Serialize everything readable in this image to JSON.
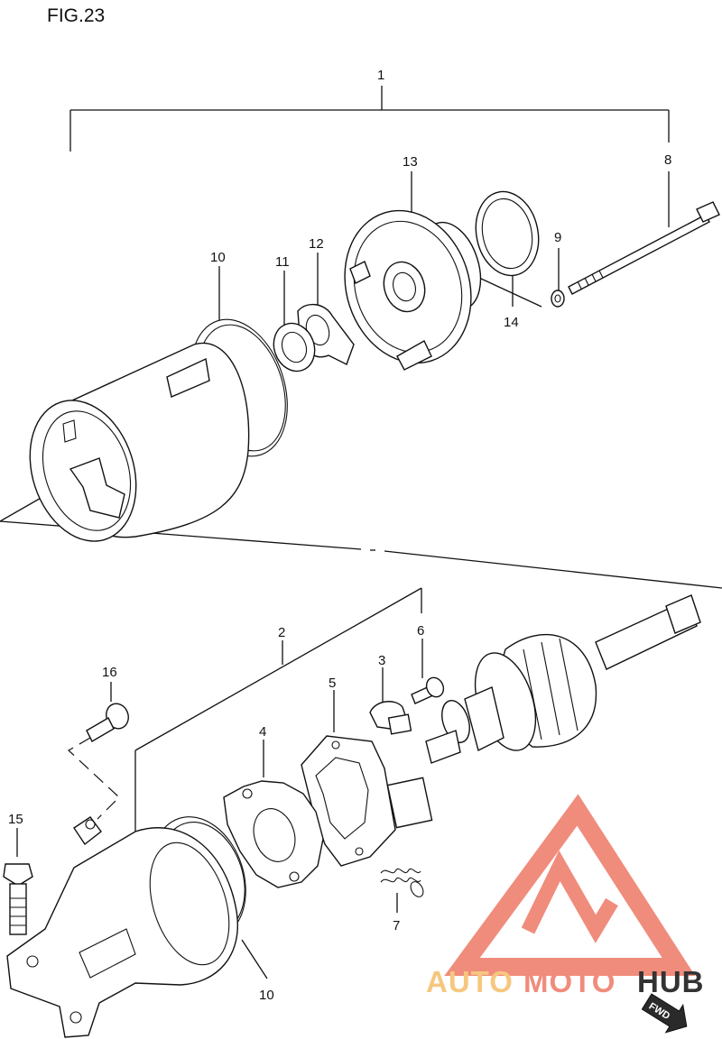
{
  "figure": {
    "title": "FIG.23"
  },
  "callouts": [
    {
      "id": "c1",
      "label": "1"
    },
    {
      "id": "c2",
      "label": "2"
    },
    {
      "id": "c3",
      "label": "3"
    },
    {
      "id": "c4",
      "label": "4"
    },
    {
      "id": "c5",
      "label": "5"
    },
    {
      "id": "c6",
      "label": "6"
    },
    {
      "id": "c7",
      "label": "7"
    },
    {
      "id": "c8",
      "label": "8"
    },
    {
      "id": "c9",
      "label": "9"
    },
    {
      "id": "c10a",
      "label": "10"
    },
    {
      "id": "c10b",
      "label": "10"
    },
    {
      "id": "c11",
      "label": "11"
    },
    {
      "id": "c12",
      "label": "12"
    },
    {
      "id": "c13",
      "label": "13"
    },
    {
      "id": "c14",
      "label": "14"
    },
    {
      "id": "c15",
      "label": "15"
    },
    {
      "id": "c16",
      "label": "16"
    }
  ],
  "direction_badge": {
    "text": "FWD"
  },
  "watermark": {
    "word1": "AUTO",
    "word2": "MOTO",
    "word3": "HUB",
    "color_primary": "#f08c7c",
    "color_secondary": "#f6c77f",
    "color_dark": "#333333"
  }
}
